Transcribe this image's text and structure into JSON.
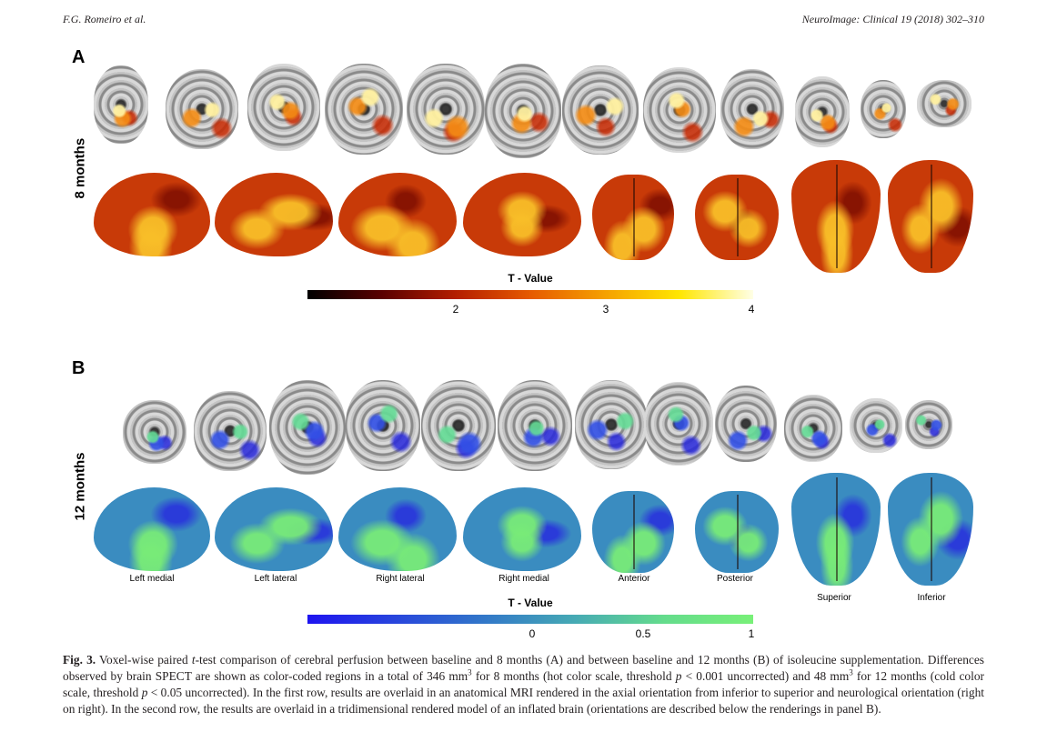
{
  "header": {
    "authors": "F.G. Romeiro et al.",
    "journal": "NeuroImage: Clinical 19 (2018) 302–310"
  },
  "panels": [
    {
      "letter": "A",
      "row_label": "8 months",
      "scale": "hot",
      "colorbar": {
        "title": "T - Value",
        "ticks": [
          "2",
          "3",
          "4"
        ]
      }
    },
    {
      "letter": "B",
      "row_label": "12 months",
      "scale": "cold",
      "colorbar": {
        "title": "T - Value",
        "ticks": [
          "0",
          "0.5",
          "1"
        ]
      }
    }
  ],
  "view_labels": [
    "Left medial",
    "Left lateral",
    "Right lateral",
    "Right medial",
    "Anterior",
    "Posterior",
    "Superior",
    "Inferior"
  ],
  "colors": {
    "hot_scale": [
      "#000000",
      "#5a0000",
      "#b41e00",
      "#e65a00",
      "#f5a000",
      "#ffe600",
      "#ffffe6"
    ],
    "cold_scale": [
      "#1e14f0",
      "#2846dc",
      "#3278c8",
      "#46aab4",
      "#64dc8c",
      "#78f078"
    ]
  },
  "caption": {
    "label": "Fig. 3.",
    "segments": [
      {
        "t": " Voxel-wise paired "
      },
      {
        "t": "t",
        "i": true
      },
      {
        "t": "-test comparison of cerebral perfusion between baseline and 8 months (A) and between baseline and 12 months (B) of isoleucine supplementation. Differences observed by brain SPECT are shown as color-coded regions in a total of 346 mm"
      },
      {
        "t": "3",
        "sup": true
      },
      {
        "t": " for 8 months (hot color scale, threshold "
      },
      {
        "t": "p",
        "i": true
      },
      {
        "t": " < 0.001 uncorrected) and 48 mm"
      },
      {
        "t": "3",
        "sup": true
      },
      {
        "t": " for 12 months (cold color scale, threshold "
      },
      {
        "t": "p",
        "i": true
      },
      {
        "t": " < 0.05 uncorrected). In the first row, results are overlaid in an anatomical MRI rendered in the axial orientation from inferior to superior and neurological orientation (right on right). In the second row, the results are overlaid in a tridimensional rendered model of an inflated brain (orientations are described below the renderings in panel B)."
      }
    ]
  }
}
